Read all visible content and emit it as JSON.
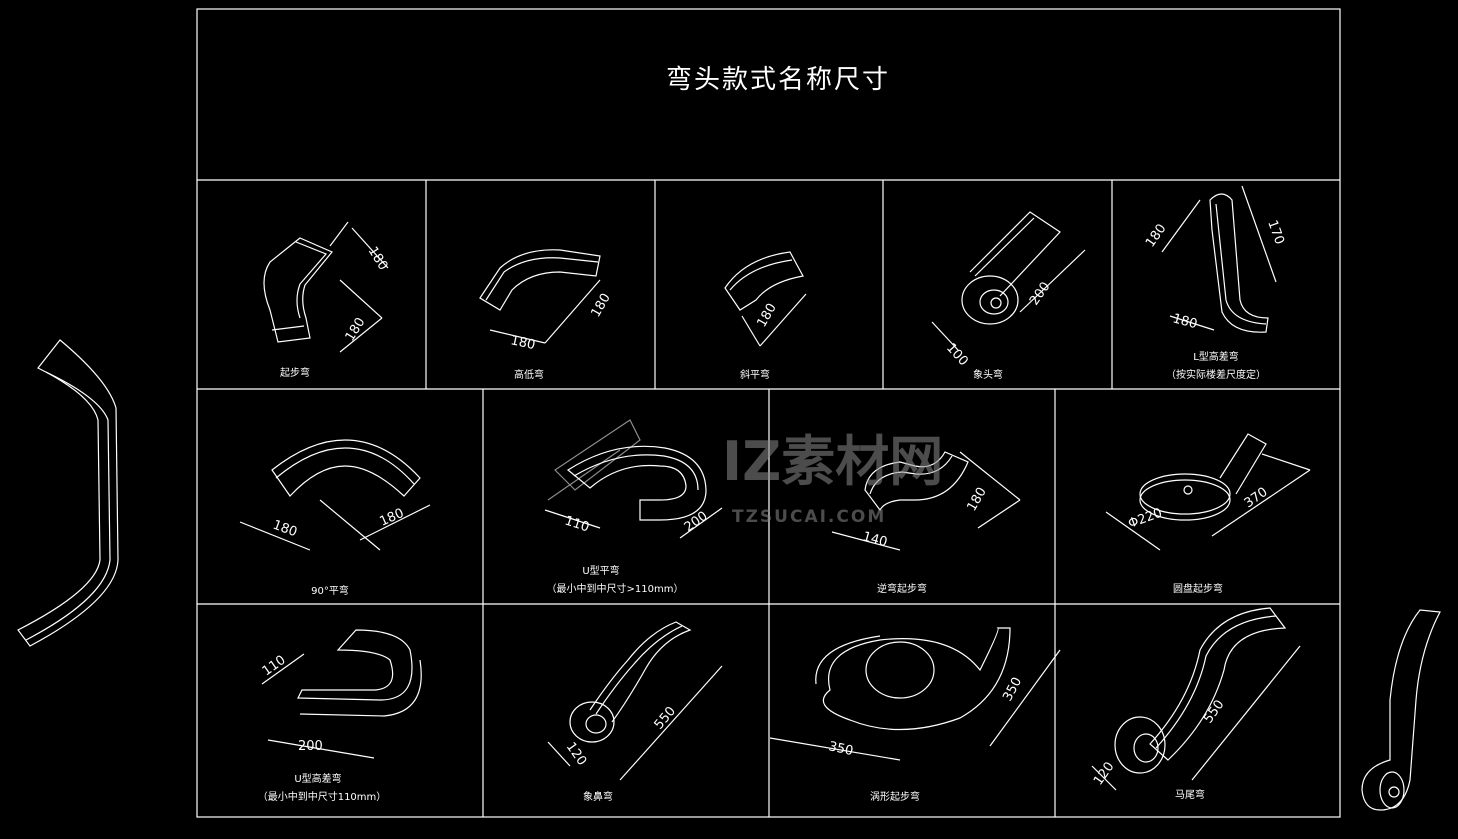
{
  "title": "弯头款式名称尺寸",
  "watermark": {
    "brand": "IZ素材网",
    "url": "TZSUCAI.COM"
  },
  "rows": [
    [
      {
        "name": "起步弯",
        "sub": "",
        "dims": [
          "180",
          "180"
        ]
      },
      {
        "name": "高低弯",
        "sub": "",
        "dims": [
          "180",
          "180"
        ]
      },
      {
        "name": "斜平弯",
        "sub": "",
        "dims": [
          "180"
        ]
      },
      {
        "name": "象头弯",
        "sub": "",
        "dims": [
          "100",
          "200"
        ]
      },
      {
        "name": "L型高差弯",
        "sub": "（按实际楼差尺度定）",
        "dims": [
          "180",
          "170",
          "180"
        ]
      }
    ],
    [
      {
        "name": "90°平弯",
        "sub": "",
        "dims": [
          "180",
          "180"
        ]
      },
      {
        "name": "U型平弯",
        "sub": "（最小中到中尺寸>110mm）",
        "dims": [
          "110",
          "200"
        ]
      },
      {
        "name": "逆弯起步弯",
        "sub": "",
        "dims": [
          "140",
          "180"
        ]
      },
      {
        "name": "圆盘起步弯",
        "sub": "",
        "dims": [
          "Φ220",
          "370"
        ]
      }
    ],
    [
      {
        "name": "U型高差弯",
        "sub": "（最小中到中尺寸110mm）",
        "dims": [
          "110",
          "200"
        ]
      },
      {
        "name": "象鼻弯",
        "sub": "",
        "dims": [
          "120",
          "550"
        ]
      },
      {
        "name": "涡形起步弯",
        "sub": "",
        "dims": [
          "350",
          "350"
        ]
      },
      {
        "name": "马尾弯",
        "sub": "",
        "dims": [
          "120",
          "550"
        ]
      }
    ]
  ],
  "colors": {
    "background": "#000000",
    "lines": "#ffffff",
    "watermark": "#8a8a8a"
  }
}
